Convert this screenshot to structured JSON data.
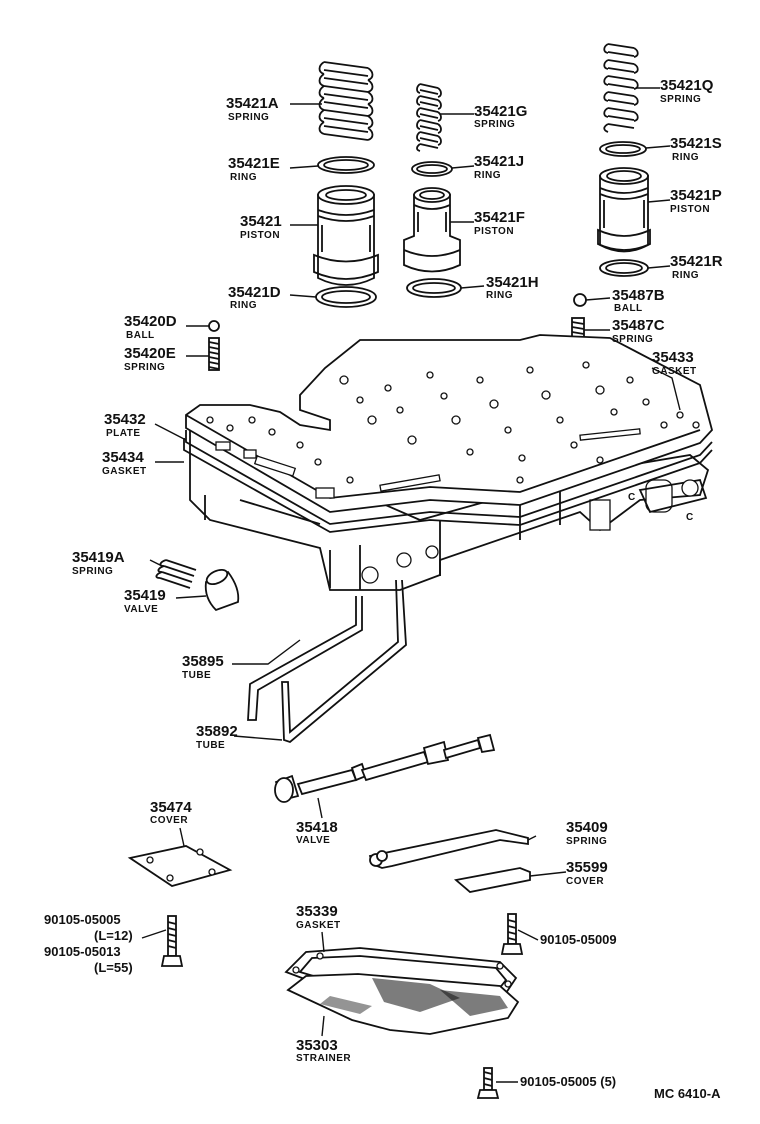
{
  "diagram": {
    "reference": "MC 6410-A",
    "parts": {
      "p35421A": {
        "number": "35421A",
        "name": "SPRING"
      },
      "p35421E": {
        "number": "35421E",
        "name": "RING"
      },
      "p35421": {
        "number": "35421",
        "name": "PISTON"
      },
      "p35421D": {
        "number": "35421D",
        "name": "RING"
      },
      "p35421G": {
        "number": "35421G",
        "name": "SPRING"
      },
      "p35421J": {
        "number": "35421J",
        "name": "RING"
      },
      "p35421F": {
        "number": "35421F",
        "name": "PISTON"
      },
      "p35421H": {
        "number": "35421H",
        "name": "RING"
      },
      "p35421Q": {
        "number": "35421Q",
        "name": "SPRING"
      },
      "p35421S": {
        "number": "35421S",
        "name": "RING"
      },
      "p35421P": {
        "number": "35421P",
        "name": "PISTON"
      },
      "p35421R": {
        "number": "35421R",
        "name": "RING"
      },
      "p35487B": {
        "number": "35487B",
        "name": "BALL"
      },
      "p35487C": {
        "number": "35487C",
        "name": "SPRING"
      },
      "p35420D": {
        "number": "35420D",
        "name": "BALL"
      },
      "p35420E": {
        "number": "35420E",
        "name": "SPRING"
      },
      "p35433": {
        "number": "35433",
        "name": "GASKET"
      },
      "p35432": {
        "number": "35432",
        "name": "PLATE"
      },
      "p35434": {
        "number": "35434",
        "name": "GASKET"
      },
      "p35419A": {
        "number": "35419A",
        "name": "SPRING"
      },
      "p35419": {
        "number": "35419",
        "name": "VALVE"
      },
      "p35895": {
        "number": "35895",
        "name": "TUBE"
      },
      "p35892": {
        "number": "35892",
        "name": "TUBE"
      },
      "p35474": {
        "number": "35474",
        "name": "COVER"
      },
      "p35418": {
        "number": "35418",
        "name": "VALVE"
      },
      "p35409": {
        "number": "35409",
        "name": "SPRING"
      },
      "p35599": {
        "number": "35599",
        "name": "COVER"
      },
      "p35339": {
        "number": "35339",
        "name": "GASKET"
      },
      "p35303": {
        "number": "35303",
        "name": "STRAINER"
      },
      "bolt_a": {
        "number": "90105-05005",
        "qualifier": "(L=12)"
      },
      "bolt_b": {
        "number": "90105-05013",
        "qualifier": "(L=55)"
      },
      "bolt_c": {
        "number": "90105-05009"
      },
      "bolt_d": {
        "number": "90105-05005 (5)"
      }
    }
  }
}
